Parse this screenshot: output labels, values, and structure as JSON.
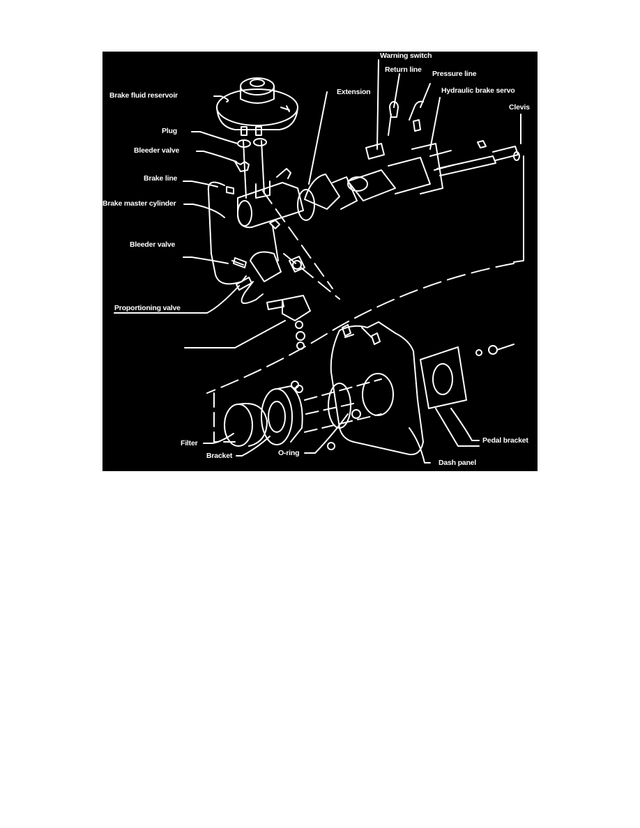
{
  "document": {
    "background": "#ffffff"
  },
  "figure": {
    "background": "#000000",
    "line_color": "#ffffff",
    "caption_visible": "",
    "labels": {
      "brake_fluid_reservoir": "Brake fluid reservoir",
      "plug": "Plug",
      "bleeder_valve_top": "Bleeder valve",
      "brake_line": "Brake line",
      "brake_master_cylinder": "Brake master cylinder",
      "bleeder_valve_lower": "Bleeder valve",
      "proportioning_valve": "Proportioning valve",
      "extension": "Extension",
      "warning_switch": "Warning switch",
      "return_line": "Return line",
      "pressure_line": "Pressure line",
      "hydraulic_brake_servo": "Hydraulic brake servo",
      "clevis": "Clevis",
      "filter": "Filter",
      "bracket": "Bracket",
      "o_ring": "O-ring",
      "dash_panel": "Dash panel",
      "pedal_bracket": "Pedal bracket"
    }
  }
}
